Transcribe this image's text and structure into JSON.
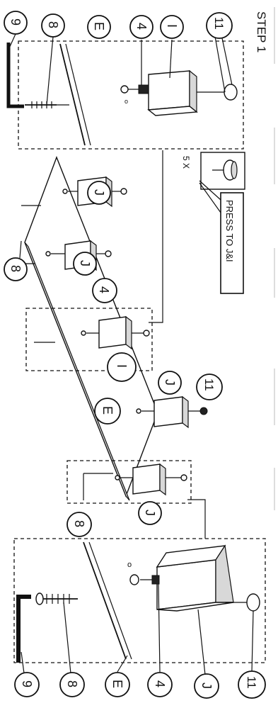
{
  "step_title": "STEP 1",
  "press_note": "PRESS TO J&I",
  "quantity_note": "5 X",
  "callouts": {
    "nine": "9",
    "eight": "8",
    "e": "E",
    "four": "4",
    "i": "I",
    "eleven": "11",
    "j": "J"
  }
}
